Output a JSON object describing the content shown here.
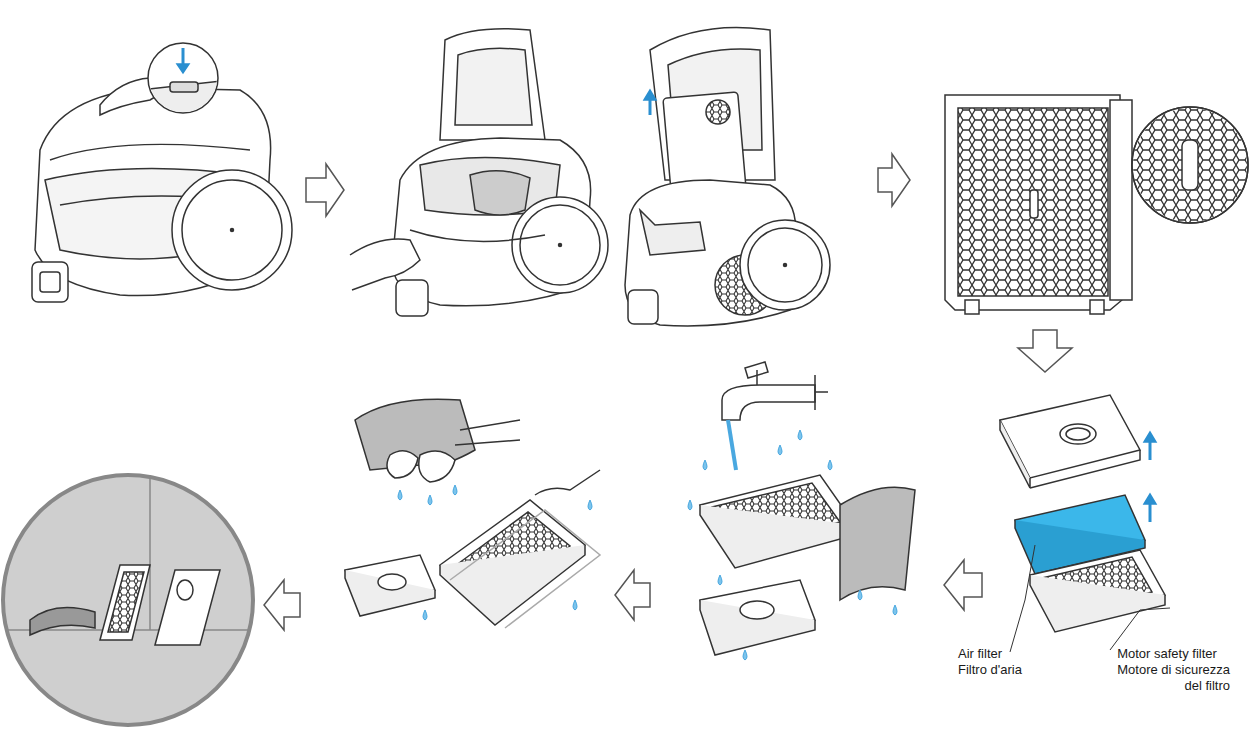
{
  "diagram": {
    "labels": [
      "Air filter",
      "Filtro d'aria",
      "Motor safety filter",
      "Motore di sicurezza del filtro"
    ]
  }
}
